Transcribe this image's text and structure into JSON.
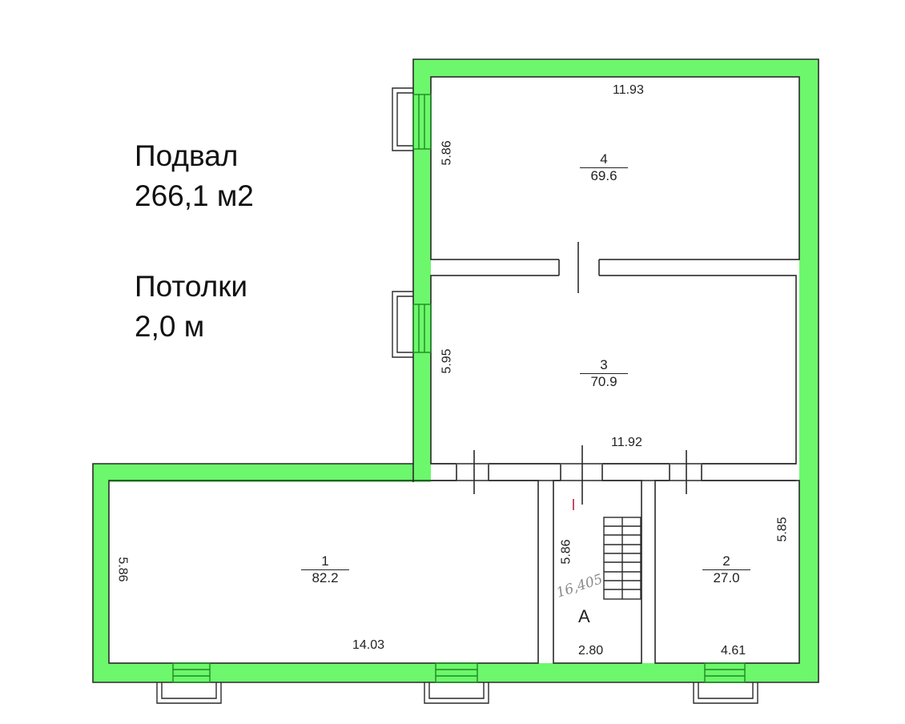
{
  "info": {
    "floor_name": "Подвал",
    "total_area": "266,1 м2",
    "ceiling_label": "Потолки",
    "ceiling_height": "2,0 м"
  },
  "colors": {
    "wall_highlight": "#6cf76c",
    "wall_line": "#2a2a2a",
    "background": "#ffffff"
  },
  "rooms": [
    {
      "number": "1",
      "area": "82.2",
      "width": "14.03",
      "height": "5.86"
    },
    {
      "number": "2",
      "area": "27.0",
      "width": "4.61",
      "height": "5.85"
    },
    {
      "number": "3",
      "area": "70.9",
      "width": "11.92",
      "height": "5.95"
    },
    {
      "number": "4",
      "area": "69.6",
      "width": "11.93",
      "height": "5.86"
    }
  ],
  "stairwell": {
    "letter": "А",
    "width": "2.80",
    "height": "5.86",
    "handwritten_note": "16,405"
  }
}
